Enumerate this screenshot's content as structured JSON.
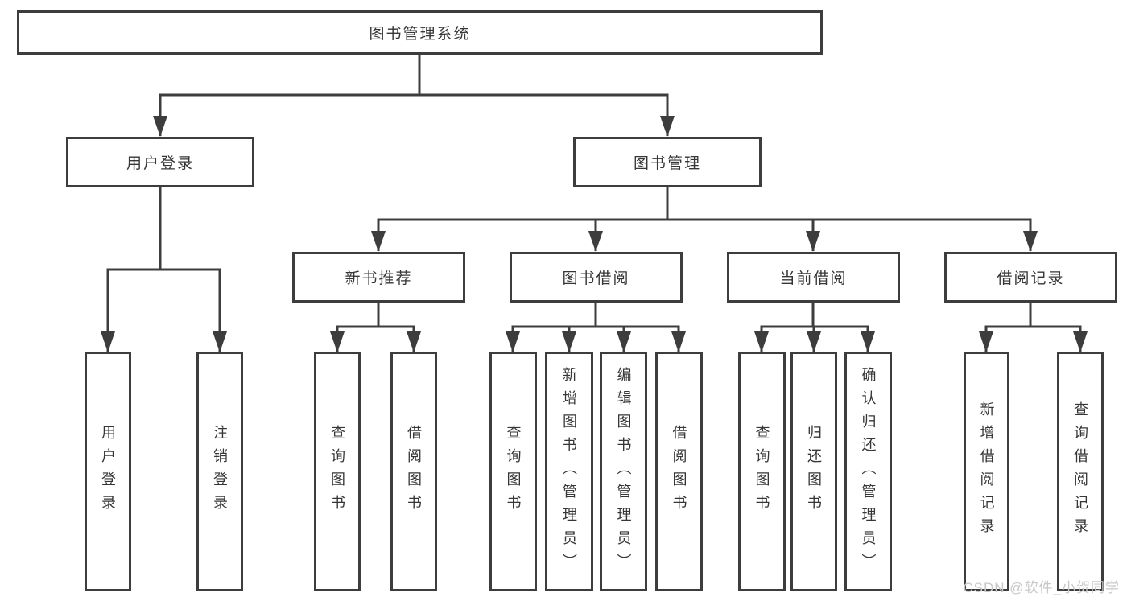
{
  "nodes": {
    "root": "图书管理系统",
    "user_login": "用户登录",
    "book_mgmt": "图书管理",
    "new_book_rec": "新书推荐",
    "book_borrow": "图书借阅",
    "current_borrow": "当前借阅",
    "borrow_records": "借阅记录"
  },
  "leaves": {
    "user_login": "用户登录",
    "logout": "注销登录",
    "rec_query_books": "查询图书",
    "rec_borrow_books": "借阅图书",
    "bor_query_books": "查询图书",
    "bor_add_books_admin": "新增图书（管理员）",
    "bor_edit_books_admin": "编辑图书（管理员）",
    "bor_borrow_books": "借阅图书",
    "cur_query_books": "查询图书",
    "cur_return_books": "归还图书",
    "cur_confirm_return_admin": "确认归还（管理员）",
    "rec_add_record": "新增借阅记录",
    "rec_query_record": "查询借阅记录"
  },
  "watermark": "CSDN @软件_小贺同学",
  "colors": {
    "line": "#3d3d3d",
    "text": "#363636",
    "watermark": "#c8c8c8",
    "background": "#ffffff"
  }
}
